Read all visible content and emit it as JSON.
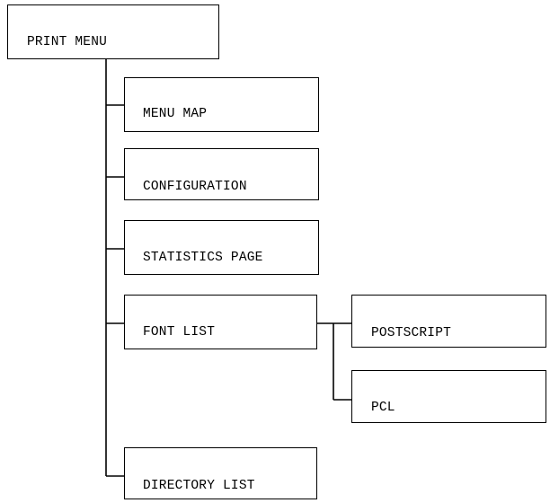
{
  "menu_tree": {
    "root": {
      "label": "PRINT MENU"
    },
    "items": [
      {
        "label": "MENU MAP"
      },
      {
        "label": "CONFIGURATION"
      },
      {
        "label": "STATISTICS PAGE"
      },
      {
        "label": "FONT LIST"
      },
      {
        "label": "DIRECTORY LIST"
      }
    ],
    "font_list_items": [
      {
        "label": "POSTSCRIPT"
      },
      {
        "label": "PCL"
      }
    ]
  }
}
